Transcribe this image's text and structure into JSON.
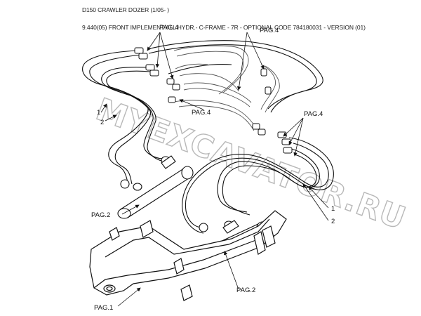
{
  "header": {
    "title": "D150 CRAWLER DOZER (1/05- )",
    "subtitle": "9.440(05) FRONT IMPLEMENT ALL HYDR.- C-FRAME - 7R - OPTIONAL CODE 784180031 - VERSION (01)"
  },
  "watermark": "MYEXCAVATOR.RU",
  "callouts": {
    "pag4_top_left": "PAG.4",
    "pag4_top_right": "PAG.4",
    "pag4_middle": "PAG.4",
    "pag4_right": "PAG.4",
    "pag2_left": "PAG.2",
    "pag2_bottom": "PAG.2",
    "pag1": "PAG.1",
    "ref1_left": "1",
    "ref2_left": "2",
    "ref1_right": "1",
    "ref2_right": "2"
  }
}
